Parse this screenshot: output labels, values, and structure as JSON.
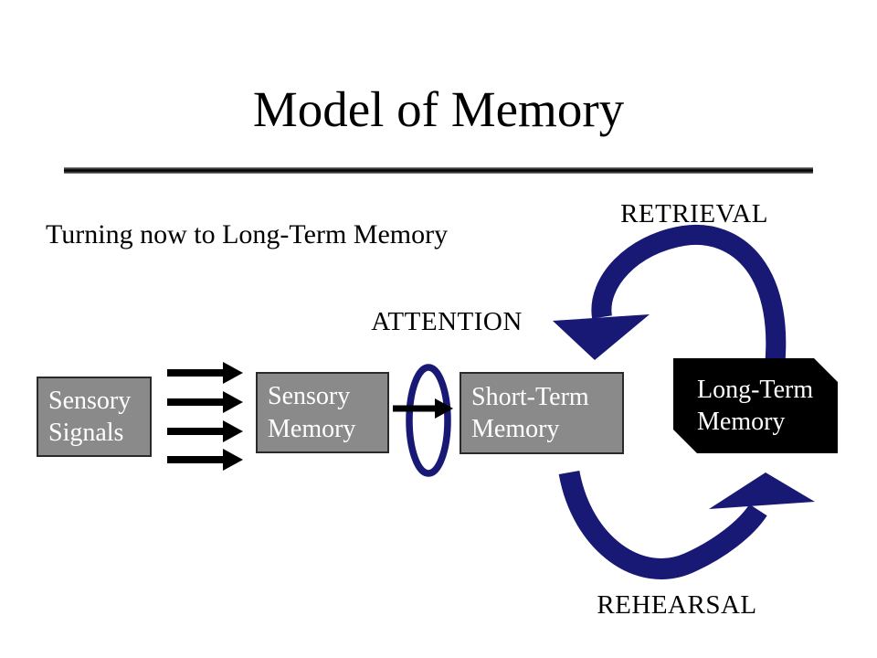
{
  "slide": {
    "title": "Model of Memory",
    "subtitle": "Turning now to Long-Term Memory",
    "labels": {
      "retrieval": "RETRIEVAL",
      "attention": "ATTENTION",
      "rehearsal": "REHEARSAL"
    },
    "boxes": {
      "sensory_signals": {
        "line1": "Sensory",
        "line2": "Signals"
      },
      "sensory_memory": {
        "line1": "Sensory",
        "line2": "Memory"
      },
      "short_term_memory": {
        "line1": "Short-Term",
        "line2": "Memory"
      },
      "long_term_memory": {
        "line1": "Long-Term",
        "line2": "Memory"
      }
    },
    "colors": {
      "flow_arrow_blue": "#181875",
      "box_gray": "#8a8a8a",
      "box_border": "#2a2a2a",
      "box_black": "#000000",
      "box_text": "#ffffff",
      "text": "#000000"
    }
  }
}
